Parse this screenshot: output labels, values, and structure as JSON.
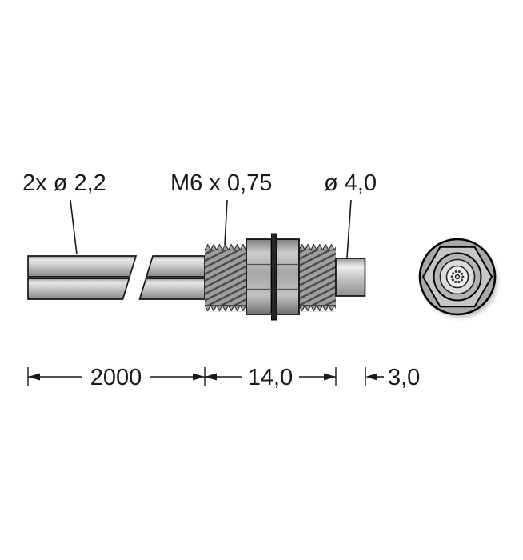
{
  "callouts": {
    "cable": "2x ø 2,2",
    "thread": "M6 x 0,75",
    "tip": "ø 4,0"
  },
  "dimensions": {
    "cable_length": "2000",
    "threaded_length": "14,0",
    "tip_length": "3,0"
  },
  "colors": {
    "background": "#ffffff",
    "outline": "#000000",
    "metal_light": "#e6e6e6",
    "metal_mid": "#b3b3b3",
    "metal_dark": "#7e7e7e",
    "plate_dark": "#262626"
  }
}
